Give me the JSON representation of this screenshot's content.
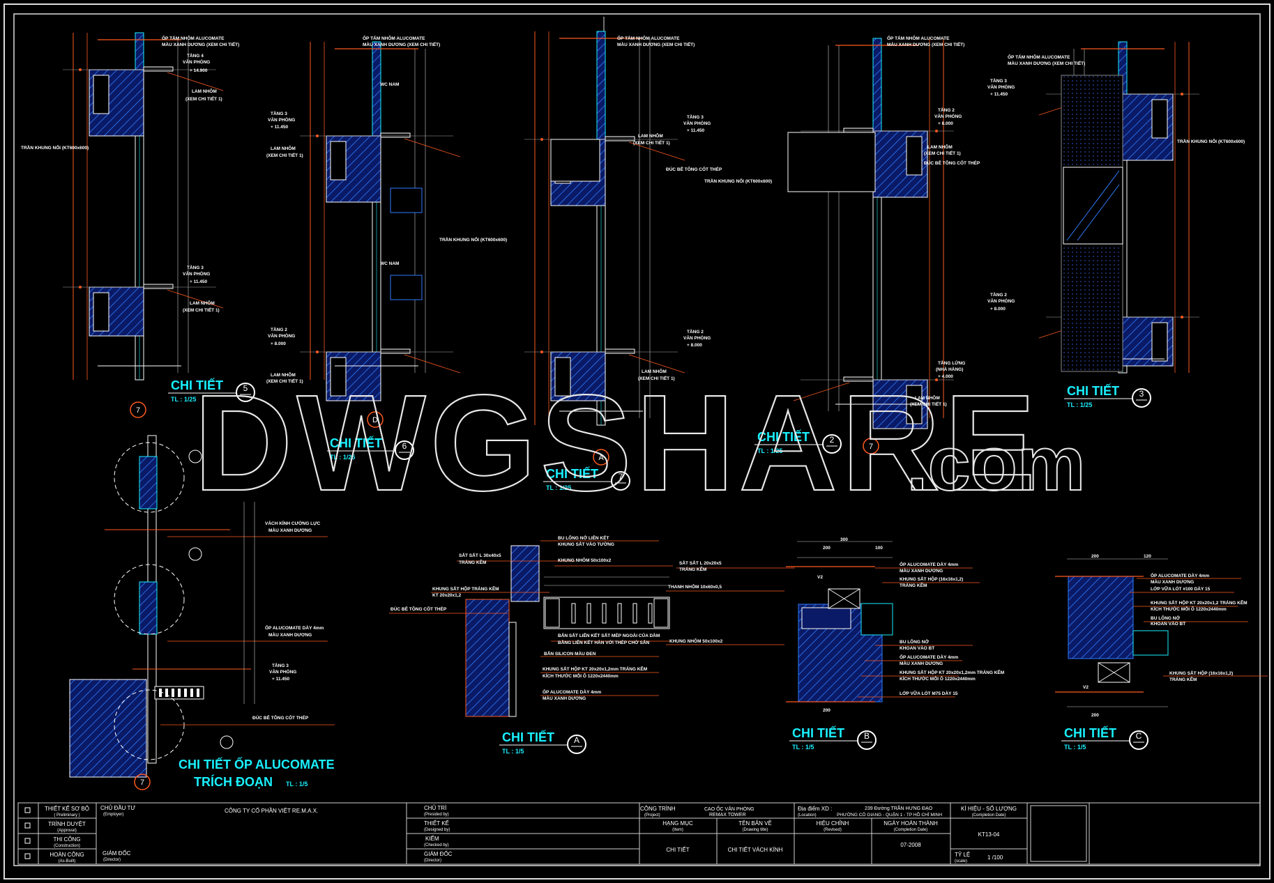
{
  "watermark": {
    "main": "DWGSHARE",
    "suffix": ".com"
  },
  "colors": {
    "background": "#000000",
    "dimension": "#ff5a1f",
    "title": "#19f0ff",
    "hatch": "#1e6cff",
    "line": "#ffffff"
  },
  "details": [
    {
      "title": "CHI TIẾT",
      "scale": "TL : 1/25",
      "mark": "5"
    },
    {
      "title": "CHI TIẾT",
      "scale": "TL : 1/25",
      "mark": "6"
    },
    {
      "title": "CHI TIẾT",
      "scale": "TL : 1/25",
      "mark": "7"
    },
    {
      "title": "CHI TIẾT",
      "scale": "TL : 1/25",
      "mark": "2"
    },
    {
      "title": "CHI TIẾT",
      "scale": "TL : 1/25",
      "mark": "3"
    },
    {
      "title": "CHI TIẾT",
      "scale": "TL : 1/5",
      "mark": "A"
    },
    {
      "title": "CHI TIẾT",
      "scale": "TL : 1/5",
      "mark": "B"
    },
    {
      "title": "CHI TIẾT",
      "scale": "TL : 1/5",
      "mark": "C"
    }
  ],
  "alucomate_detail": {
    "title": "CHI TIẾT ỐP ALUCOMATE",
    "subtitle": "TRÍCH ĐOẠN",
    "scale": "TL : 1/5"
  },
  "grid_marks": [
    "7",
    "D",
    "A",
    "7",
    "7"
  ],
  "annotations": {
    "detail_5": [
      "ỐP TẤM NHÔM ALUCOMATE",
      "MÀU XANH DƯƠNG (XEM CHI TIẾT)",
      "TẦNG 4",
      "VĂN PHÒNG",
      "+ 14.900",
      "LAM NHÔM",
      "(XEM CHI TIẾT 1)",
      "TRẦN KHUNG NỔI (KT600x600)",
      "TẦNG 3",
      "VĂN PHÒNG",
      "+ 11.450",
      "LAM NHÔM",
      "(XEM CHI TIẾT 1)"
    ],
    "detail_6": [
      "ỐP TẤM NHÔM ALUCOMATE",
      "MÀU XANH DƯƠNG (XEM CHI TIẾT)",
      "WC NAM",
      "TẦNG 3",
      "VĂN PHÒNG",
      "+ 11.450",
      "LAM NHÔM",
      "(XEM CHI TIẾT 1)",
      "WC NAM",
      "TẦNG 2",
      "VĂN PHÒNG",
      "+ 8.000",
      "LAM NHÔM",
      "(XEM CHI TIẾT 1)"
    ],
    "detail_7": [
      "ỐP TẤM NHÔM ALUCOMATE",
      "MÀU XANH DƯƠNG (XEM CHI TIẾT)",
      "TẦNG 3",
      "VĂN PHÒNG",
      "+ 11.450",
      "LAM NHÔM",
      "(XEM CHI TIẾT 1)",
      "ĐÚC BÊ TÔNG CỐT THÉP",
      "TRẦN KHUNG NỔI (KT600x600)",
      "TẦNG 2",
      "VĂN PHÒNG",
      "+ 8.000",
      "LAM NHÔM",
      "(XEM CHI TIẾT 1)"
    ],
    "detail_2": [
      "ỐP TẤM NHÔM ALUCOMATE",
      "MÀU XANH DƯƠNG (XEM CHI TIẾT)",
      "TẦNG 2",
      "VĂN PHÒNG",
      "+ 8.000",
      "LAM NHÔM",
      "(XEM CHI TIẾT 1)",
      "ĐÚC BÊ TÔNG CỐT THÉP",
      "TRẦN KHUNG NỔI (KT600x600)",
      "TẦNG LỬNG",
      "(NHÀ HÀNG)",
      "+ 4.000",
      "LAM NHÔM",
      "(XEM CHI TIẾT 1)"
    ],
    "detail_3": [
      "ỐP TẤM NHÔM ALUCOMATE",
      "MÀU XANH DƯƠNG (XEM CHI TIẾT)",
      "TẦNG 3",
      "VĂN PHÒNG",
      "+ 11.450",
      "TRẦN KHUNG NỔI (KT600x600)",
      "TẦNG 2",
      "VĂN PHÒNG",
      "+ 8.000"
    ],
    "detail_alucomate": [
      "VÁCH KÍNH CƯỜNG LỰC",
      "MÀU XANH DƯƠNG",
      "ỐP ALUCOMATE DÀY 4mm",
      "MÀU XANH DƯƠNG",
      "TẦNG 3",
      "VĂN PHÒNG",
      "+ 11.450",
      "ĐÚC BÊ TÔNG CỐT THÉP"
    ],
    "detail_A": [
      "BU LÔNG NỞ LIÊN KẾT",
      "KHUNG SẮT VÀO TƯỜNG",
      "SẮT SẮT L 30x40x5",
      "TRÁNG KẼM",
      "KHUNG NHÔM 50x100x2",
      "SẮT SẮT L 20x20x5",
      "TRÁNG KẼM",
      "KHUNG SẮT HỘP TRÁNG KẼM",
      "KT 20x20x1,2",
      "THANH NHÔM 10x60x0,5",
      "ĐÚC BÊ TÔNG CỐT THÉP",
      "BẮN SẮT LIÊN KẾT SẮT MÉP NGOÀI CỦA DẦM",
      "BẰNG LIÊN KẾT HÀN VỚI THÉP CHỜ SẴN",
      "KHUNG NHÔM 50x100x2",
      "BẮN SILICON MÀU ĐEN",
      "KHUNG SẮT HỘP KT 20x20x1,2mm TRÁNG KẼM",
      "KÍCH THƯỚC MỖI Ô 1220x2440mm",
      "ỐP ALUCOMATE DÀY 4mm",
      "MÀU XANH DƯƠNG"
    ],
    "detail_B": [
      "ỐP ALUCOMATE DÀY 4mm",
      "MÀU XANH DƯƠNG",
      "KHUNG SẮT HỘP (16x16x1,2)",
      "TRÁNG KẼM",
      "BU LÔNG NỞ",
      "KHOAN VÀO BT",
      "ỐP ALUCOMATE DÀY 4mm",
      "MÀU XANH DƯƠNG",
      "KHUNG SẮT HỘP KT 20x20x1,2mm TRÁNG KẼM",
      "KÍCH THƯỚC MỖI Ô 1220x2440mm",
      "LỚP VỮA LÓT M75 DÀY 15",
      "300",
      "200",
      "100",
      "V2",
      "200"
    ],
    "detail_C": [
      "ỐP ALUCOMATE DÀY 4mm",
      "MÀU XANH DƯƠNG",
      "LỚP VỮA LÓT #100 DÀY 15",
      "KHUNG SẮT HỘP KT 20x20x1,2 TRÁNG KẼM",
      "KÍCH THƯỚC MỖI Ô 1220x2440mm",
      "BU LÔNG NỞ",
      "KHOAN VÀO BT",
      "KHUNG SẮT HỘP (16x16x1,2)",
      "TRÁNG KẼM",
      "200",
      "120",
      "V2",
      "200"
    ]
  },
  "title_block": {
    "phases": [
      {
        "label": "THIẾT KẾ SƠ BỘ",
        "sub": "( Preliminary )"
      },
      {
        "label": "TRÌNH DUYỆT",
        "sub": "(Approval)"
      },
      {
        "label": "THI CÔNG",
        "sub": "(Construction)"
      },
      {
        "label": "HOÀN CÔNG",
        "sub": "(As-Built)"
      }
    ],
    "employer": {
      "label": "CHỦ ĐẦU TƯ",
      "sub": "(Employer)",
      "value": "CÔNG TY CỔ PHẦN VIỆT RE.M.A.X."
    },
    "employer_director": {
      "label": "GIÁM ĐỐC",
      "sub": "(Director)"
    },
    "roles": [
      {
        "label": "CHỦ TRÌ",
        "sub": "(Presided by)"
      },
      {
        "label": "THIẾT KẾ",
        "sub": "(Designed by)"
      },
      {
        "label": "KIỂM",
        "sub": "(Checked by)"
      },
      {
        "label": "GIÁM ĐỐC",
        "sub": "(Director)"
      }
    ],
    "project": {
      "label": "CÔNG TRÌNH",
      "sub": "(Project)",
      "line1": "CAO ỐC VĂN PHÒNG",
      "line2": "REMAX TOWER"
    },
    "location": {
      "label": "Địa điểm XD :",
      "sub": "(Location)",
      "line1": "239 Đường TRẦN HƯNG ĐẠO",
      "line2": "PHƯỜNG CÔ GIANG - QUẬN 1 - TP HỒ CHÍ MINH"
    },
    "item": {
      "label": "HẠNG MỤC",
      "sub": "(Item)",
      "value": "CHI TIẾT"
    },
    "drawing_title": {
      "label": "TÊN BẢN VẼ",
      "sub": "(Drawing title)",
      "value": "CHI TIẾT VÁCH KÍNH"
    },
    "revised": {
      "label": "HIỆU CHỈNH",
      "sub": "(Revised)"
    },
    "completion": {
      "label": "NGÀY HOÀN THÀNH",
      "sub": "(Completion Date)",
      "value": "07-2008"
    },
    "code": {
      "label": "KÍ HIỆU - SỐ LƯỢNG",
      "sub": "(Completion Date)",
      "value": "KT13-04"
    },
    "scale": {
      "label": "TỶ LỆ",
      "sub": "(scale)",
      "value": "1 /100"
    }
  }
}
